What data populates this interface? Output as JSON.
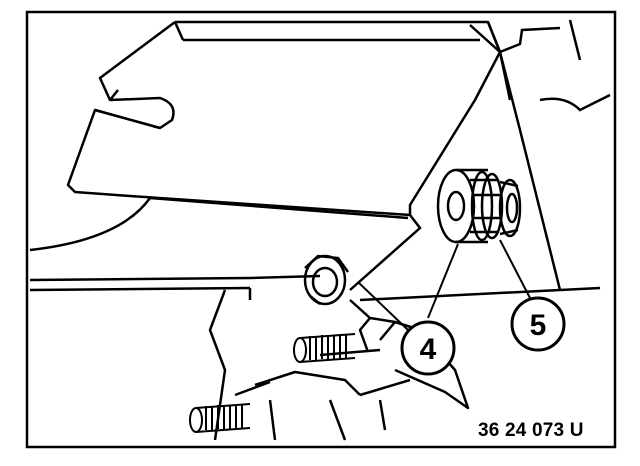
{
  "figure": {
    "callouts": [
      {
        "label": "4"
      },
      {
        "label": "5"
      }
    ],
    "reference_code": "36 24 073 U"
  },
  "colors": {
    "ink": "#000000",
    "paper": "#ffffff"
  }
}
